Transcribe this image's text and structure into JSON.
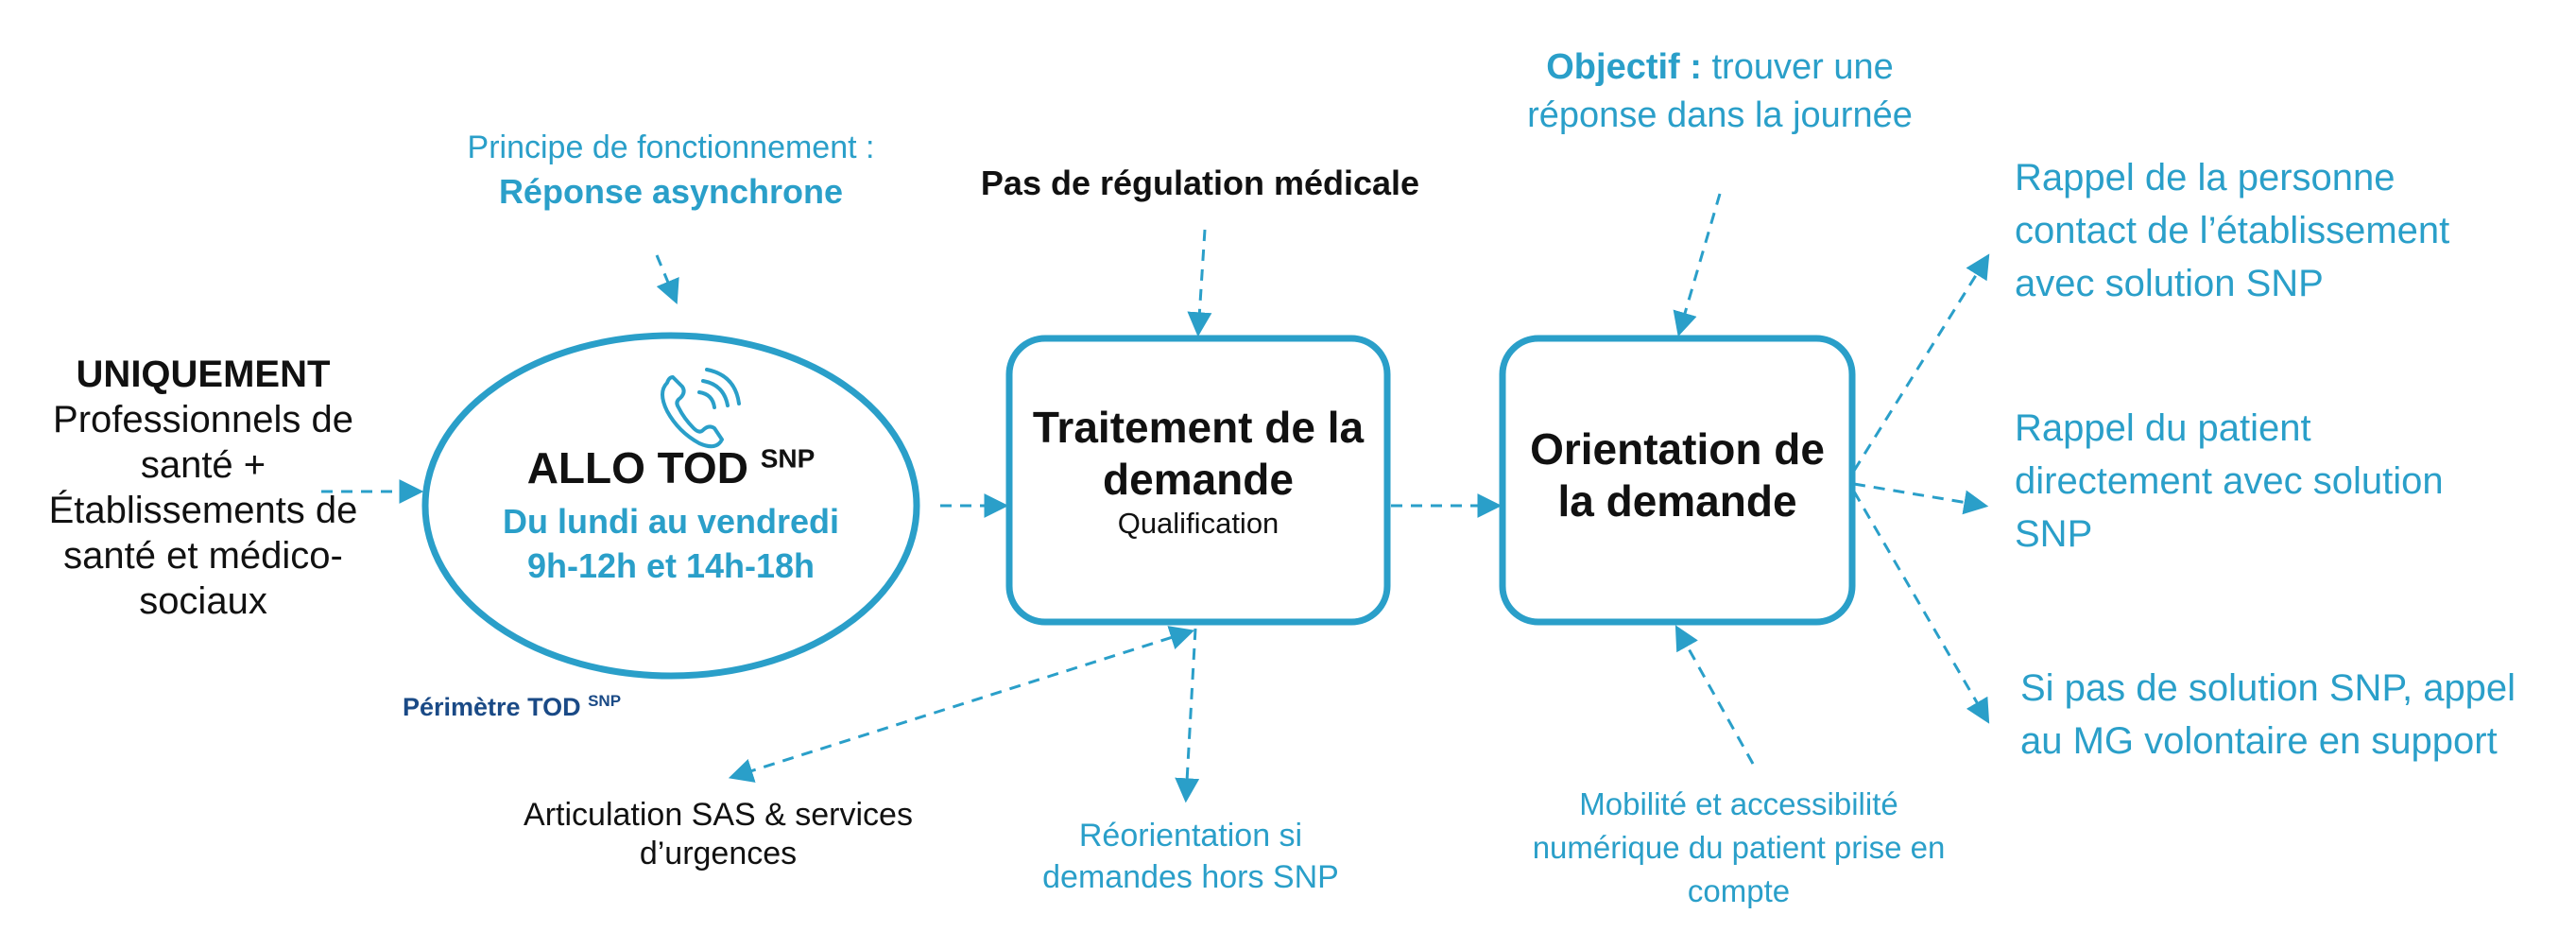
{
  "left_audience": {
    "heading": "UNIQUEMENT",
    "lines": [
      "Professionnels de",
      "santé +",
      "Établissements de",
      "santé et médico-",
      "sociaux"
    ]
  },
  "principe": {
    "line1": "Principe de fonctionnement :",
    "line2": "Réponse asynchrone"
  },
  "allo": {
    "title": "ALLO TOD",
    "title_sup": "SNP",
    "line1": "Du lundi au vendredi",
    "line2": "9h-12h et 14h-18h"
  },
  "perimetre": {
    "text": "Périmètre TOD",
    "sup": "SNP"
  },
  "regulation": "Pas de régulation médicale",
  "traitement": {
    "line1": "Traitement de la",
    "line2": "demande",
    "sub": "Qualification"
  },
  "articulation": {
    "line1": "Articulation SAS & services",
    "line2": "d’urgences"
  },
  "reorientation": {
    "line1": "Réorientation si",
    "line2": "demandes hors SNP"
  },
  "objectif": {
    "label": "Objectif :",
    "rest1": "trouver une",
    "line2": "réponse dans la journée"
  },
  "orientation": {
    "line1": "Orientation de",
    "line2": "la demande"
  },
  "mobilite": {
    "line1": "Mobilité et accessibilité",
    "line2": "numérique du patient prise en",
    "line3": "compte"
  },
  "outcomes": [
    {
      "lines": [
        "Rappel de la personne",
        "contact de l’établissement",
        "avec solution SNP"
      ]
    },
    {
      "lines": [
        "Rappel du patient",
        "directement avec solution",
        "SNP"
      ]
    },
    {
      "lines": [
        "Si pas de solution SNP, appel",
        "au MG volontaire en support"
      ]
    }
  ],
  "colors": {
    "accent": "#2a9fc9",
    "navy": "#1a4a86",
    "text": "#111111"
  },
  "icons": [
    "phone-ringing-icon"
  ]
}
